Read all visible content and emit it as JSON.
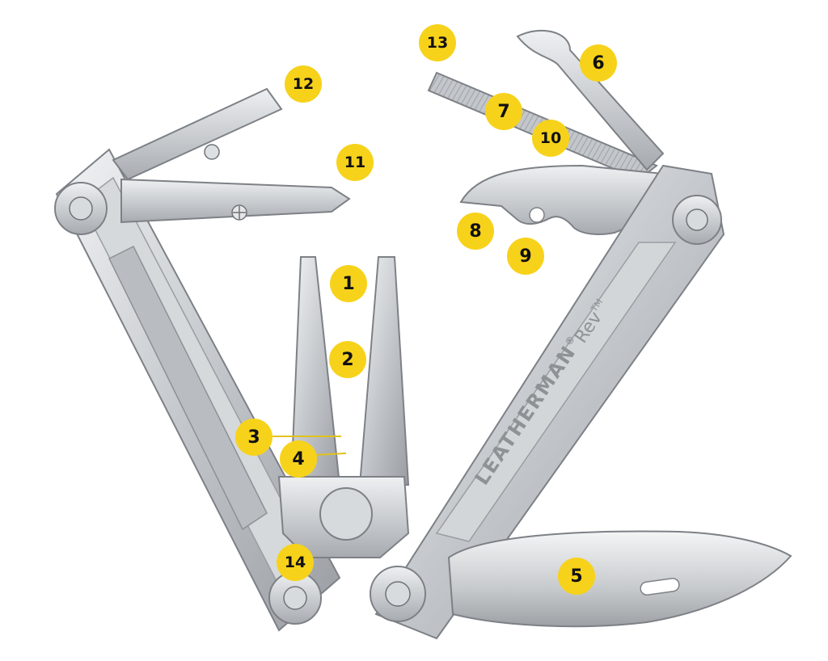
{
  "colors": {
    "badge": "#f7d21a",
    "steel": "#c9ccd0",
    "steel_dark": "#8c9095",
    "steel_light": "#eceef0",
    "leader": "#e2c21a"
  },
  "tool": {
    "brand": "LEATHERMAN",
    "model": "Rev",
    "trademark": "TM",
    "registered": "®"
  },
  "callouts": [
    {
      "id": "1",
      "label": "1"
    },
    {
      "id": "2",
      "label": "2"
    },
    {
      "id": "3",
      "label": "3"
    },
    {
      "id": "4",
      "label": "4"
    },
    {
      "id": "5",
      "label": "5"
    },
    {
      "id": "6",
      "label": "6"
    },
    {
      "id": "7",
      "label": "7"
    },
    {
      "id": "8",
      "label": "8"
    },
    {
      "id": "9",
      "label": "9"
    },
    {
      "id": "10",
      "label": "10"
    },
    {
      "id": "11",
      "label": "11"
    },
    {
      "id": "12",
      "label": "12"
    },
    {
      "id": "13",
      "label": "13"
    },
    {
      "id": "14",
      "label": "14"
    }
  ]
}
